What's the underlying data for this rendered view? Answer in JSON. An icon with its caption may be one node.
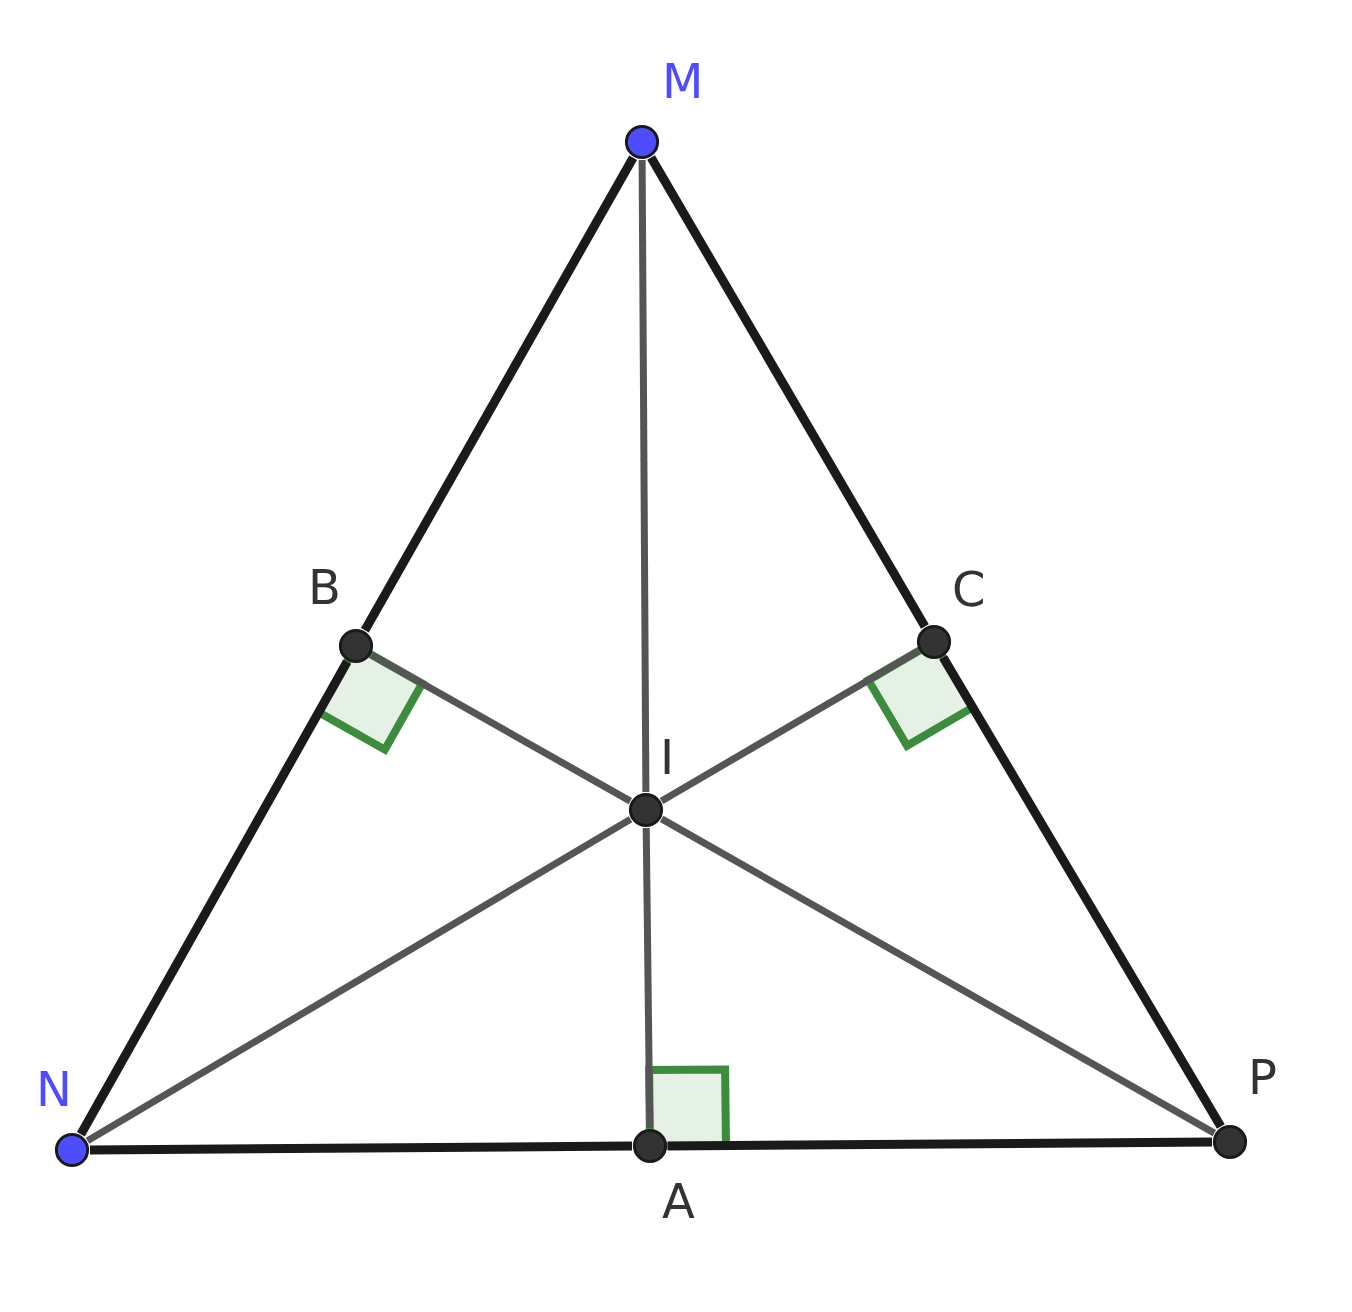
{
  "diagram": {
    "nodes": [
      {
        "text": [
          "M"
        ]
      },
      {
        "text": [
          "B"
        ]
      },
      {
        "text": [
          "C"
        ]
      },
      {
        "text": [
          "I"
        ]
      },
      {
        "text": [
          "N"
        ]
      },
      {
        "text": [
          "A"
        ]
      },
      {
        "text": [
          "P"
        ]
      }
    ],
    "edges": [
      {
        "from": 0,
        "to": 1,
        "arrow": "none"
      },
      {
        "from": 1,
        "to": 4,
        "arrow": "none"
      },
      {
        "from": 0,
        "to": 2,
        "arrow": "none"
      },
      {
        "from": 2,
        "to": 6,
        "arrow": "none"
      },
      {
        "from": 4,
        "to": 5,
        "arrow": "none"
      },
      {
        "from": 5,
        "to": 6,
        "arrow": "none"
      },
      {
        "from": 0,
        "to": 3,
        "arrow": "none",
        "color": "#555555"
      },
      {
        "from": 3,
        "to": 5,
        "arrow": "none",
        "color": "#555555"
      },
      {
        "from": 1,
        "to": 3,
        "arrow": "none",
        "color": "#555555"
      },
      {
        "from": 3,
        "to": 6,
        "arrow": "none",
        "color": "#555555"
      },
      {
        "from": 4,
        "to": 3,
        "arrow": "none",
        "color": "#555555"
      },
      {
        "from": 3,
        "to": 2,
        "arrow": "none",
        "color": "#555555"
      }
    ]
  }
}
